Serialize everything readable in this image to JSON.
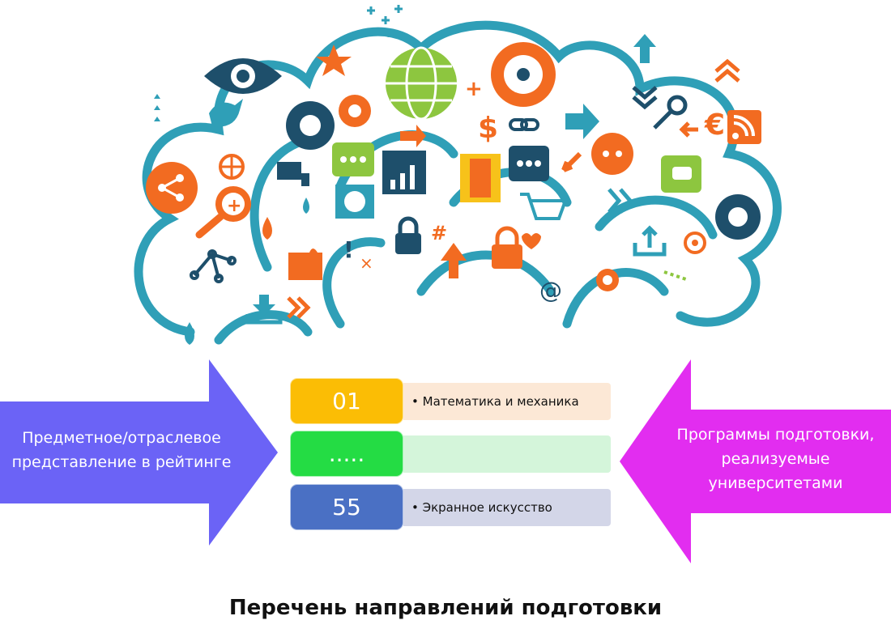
{
  "cloud": {
    "icon_colors": {
      "teal": "#2f9fb7",
      "orange": "#f26b21",
      "green": "#8dc63f",
      "navy": "#1e4f6b",
      "yellow": "#f7c21a"
    }
  },
  "left_arrow": {
    "line1": "Предметное/отраслевое",
    "line2": "представление в рейтинге",
    "color": "#6b63f6"
  },
  "right_arrow": {
    "line1": "Программы подготовки,",
    "line2": "реализуемые",
    "line3": "университетами",
    "color": "#e22df0"
  },
  "rows": [
    {
      "number": "01",
      "label": "Математика и механика",
      "num_color": "#fbbd05",
      "bar_color": "#fce8d6"
    },
    {
      "number": ".....",
      "label": "",
      "num_color": "#24dc44",
      "bar_color": "#d4f5da"
    },
    {
      "number": "55",
      "label": "Экранное искусство",
      "num_color": "#4a70c4",
      "bar_color": "#d3d6e8"
    }
  ],
  "caption": "Перечень направлений подготовки"
}
